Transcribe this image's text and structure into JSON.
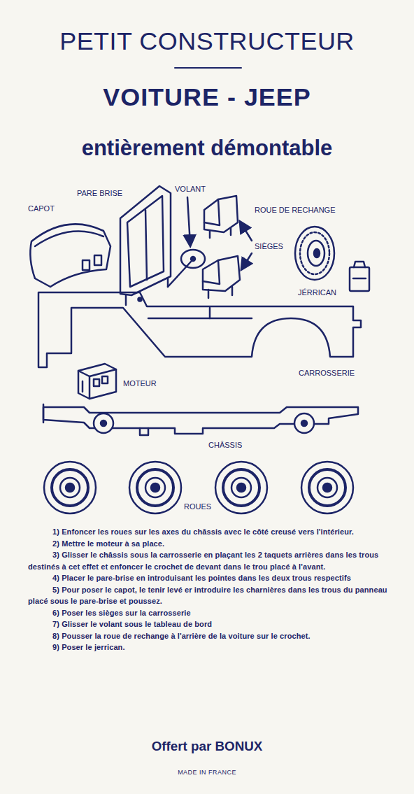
{
  "diagram": {
    "title": "VOITURE - JEEP",
    "labels": [
      "PETIT CONSTRUCTEUR",
      "entièrement démontable",
      "CAPOT",
      "PARE BRISE",
      "VOLANT",
      "ROUE DE RECHANGE",
      "SIÈGES",
      "JÉRRICAN",
      "CARROSSERIE",
      "MOTEUR",
      "CHÂSSIS",
      "ROUES",
      "1) Enfoncer les roues sur les axes du châssis avec le côté creusé vers l'intérieur.",
      "2) Mettre le moteur à sa place.",
      "3) Glisser le châssis sous la carrosserie en plaçant les 2 taquets arrières dans les trous destinés à cet effet et enfoncer le crochet de devant dans le trou placé à l'avant.",
      "4) Placer le pare-brise en introduisant les pointes dans les deux trous respectifs",
      "5) Pour poser le capot, le tenir levé er introduire les charnières dans les trous du panneau placé sous le pare-brise et poussez.",
      "6) Poser les sièges sur la carrosserie",
      "7) Glisser le volant sous le tableau de bord",
      "8) Pousser la roue de rechange à l'arrière de la voiture sur le crochet.",
      "9) Poser le jerrican.",
      "Offert par BONUX",
      "MADE IN FRANCE"
    ]
  }
}
